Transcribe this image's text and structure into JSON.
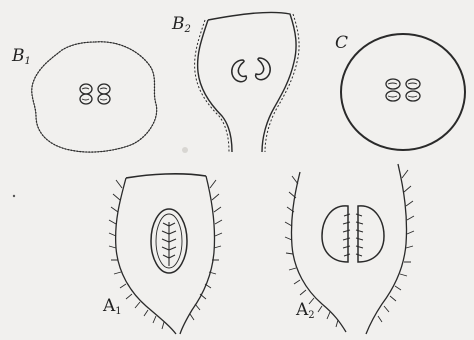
{
  "figure": {
    "labels": {
      "b1": {
        "main": "B",
        "sub": "1"
      },
      "b2": {
        "main": "B",
        "sub": "2"
      },
      "c": {
        "main": "C",
        "sub": ""
      },
      "a1": {
        "main": "A",
        "sub": "1"
      },
      "a2": {
        "main": "A",
        "sub": "2"
      }
    }
  },
  "colors": {
    "background": "#f1f0ee",
    "ink": "#2a2a2a"
  }
}
